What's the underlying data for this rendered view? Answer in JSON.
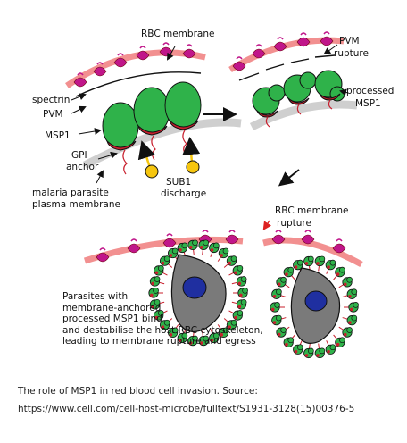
{
  "labels": {
    "rbc_membrane": "RBC membrane",
    "pvm_rupture_1": "PVM",
    "pvm_rupture_2": "rupture",
    "processed_1": "processed",
    "processed_2": "MSP1",
    "spectrin": "spectrin",
    "pvm": "PVM",
    "msp1": "MSP1",
    "gpi_1": "GPI",
    "gpi_2": "anchor",
    "sub1_1": "SUB1",
    "sub1_2": "discharge",
    "parasite_membrane_1": "malaria parasite",
    "parasite_membrane_2": "plasma membrane",
    "rbc_rupture_1": "RBC membrane",
    "rbc_rupture_2": "rupture"
  },
  "description_lines": [
    "Parasites with",
    "membrane-anchored",
    "processed MSP1 bind",
    "and destabilise the host RBC cytoskeleton,",
    "leading to membrane rupture and egress"
  ],
  "caption": {
    "line1": "The role of MSP1 in red blood cell invasion. Source:",
    "line2": "https://www.cell.com/cell-host-microbe/fulltext/S1931-3128(15)00376-5"
  },
  "colors": {
    "msp1_green": "#2fb24a",
    "msp1_red": "#c8202e",
    "rbc_pink": "#f08a8a",
    "spectrin_magenta": "#c0168a",
    "membrane_grey": "#cfcfcf",
    "sub1_yellow": "#f6c60f",
    "nucleus_blue": "#1f2fa0",
    "parasite_grey": "#7a7a7a"
  }
}
